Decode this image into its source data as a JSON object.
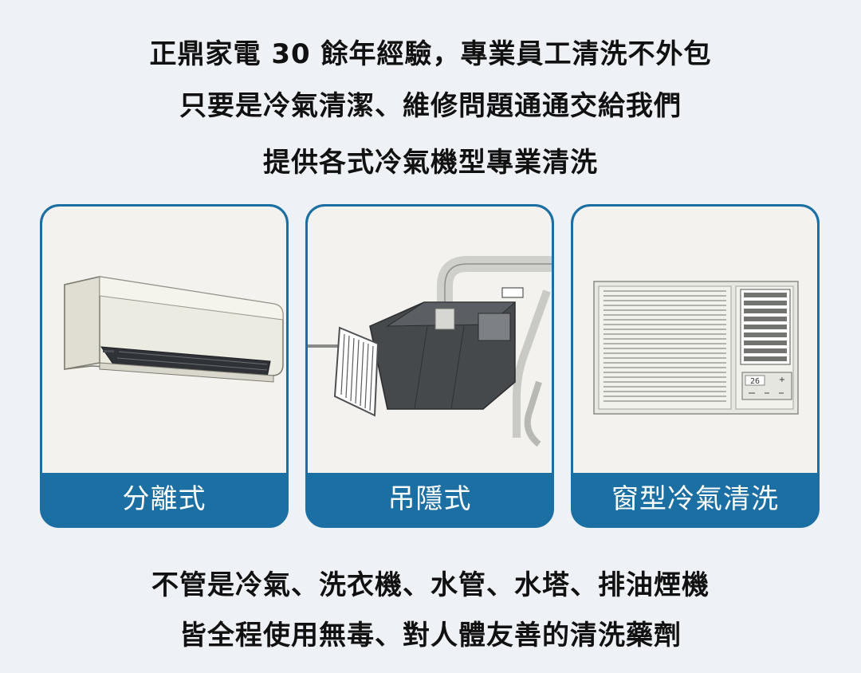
{
  "header": {
    "line1": "正鼎家電 30 餘年經驗，專業員工清洗不外包",
    "line2": "只要是冷氣清潔、維修問題通通交給我們",
    "line3": "提供各式冷氣機型專業清洗"
  },
  "cards": [
    {
      "label": "分離式",
      "icon": "split-ac-illustration"
    },
    {
      "label": "吊隱式",
      "icon": "ducted-ac-illustration"
    },
    {
      "label": "窗型冷氣清洗",
      "icon": "window-ac-illustration",
      "display": "26"
    }
  ],
  "footer": {
    "line1": "不管是冷氣、洗衣機、水管、水塔、排油煙機",
    "line2": "皆全程使用無毒、對人體友善的清洗藥劑"
  },
  "colors": {
    "background": "#eef1f5",
    "accent": "#1b6fa2",
    "text": "#111111",
    "label_text": "#ffffff"
  }
}
